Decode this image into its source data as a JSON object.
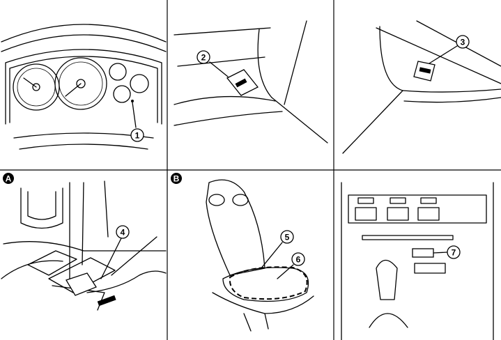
{
  "panels": [
    {
      "id": "instrument-cluster",
      "callouts": [
        "1"
      ]
    },
    {
      "id": "driver-buckle",
      "callouts": [
        "2"
      ]
    },
    {
      "id": "passenger-buckle",
      "callouts": [
        "3"
      ]
    },
    {
      "id": "floor-under-seat",
      "letter": "A",
      "callouts": [
        "4"
      ]
    },
    {
      "id": "seat-cushion",
      "letter": "B",
      "callouts": [
        "5",
        "6"
      ]
    },
    {
      "id": "center-console",
      "callouts": [
        "7"
      ]
    }
  ],
  "colors": {
    "line": "#000000",
    "background": "#ffffff"
  }
}
